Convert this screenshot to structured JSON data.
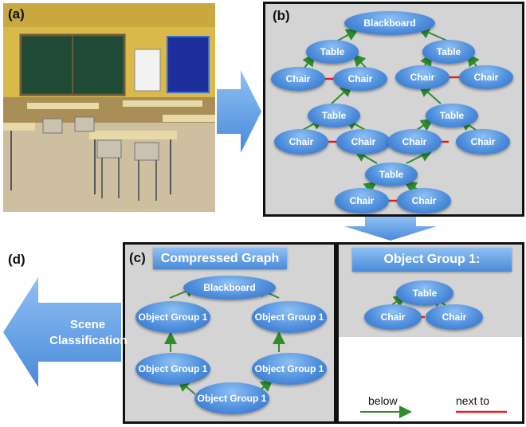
{
  "labels": {
    "a": "(a)",
    "b": "(b)",
    "c": "(c)",
    "d": "(d)"
  },
  "graph_b": {
    "blackboard": "Blackboard",
    "table": "Table",
    "chair": "Chair"
  },
  "graph_c": {
    "title": "Compressed Graph",
    "blackboard": "Blackboard",
    "object_group": "Object Group 1"
  },
  "group_panel": {
    "title": "Object Group 1:",
    "table": "Table",
    "chair": "Chair"
  },
  "arrow_d": {
    "text": "Scene Classification"
  },
  "legend": {
    "below": "below",
    "next_to": "next to"
  },
  "colors": {
    "below_edge": "#2e8b2e",
    "next_to_edge": "#e02020",
    "node": "#4f8fdc"
  }
}
